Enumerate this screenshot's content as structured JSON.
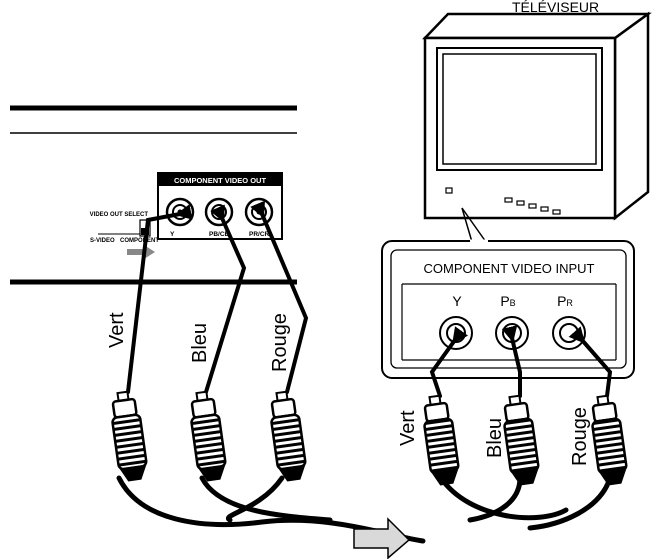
{
  "tv": {
    "title": "TÉLÉVISEUR"
  },
  "tv_panel": {
    "title": "COMPONENT VIDEO INPUT",
    "jacks": [
      {
        "main": "Y",
        "sub": ""
      },
      {
        "main": "P",
        "sub": "B"
      },
      {
        "main": "P",
        "sub": "R"
      }
    ]
  },
  "player_panel": {
    "title": "COMPONENT VIDEO OUT",
    "jacks": [
      "Y",
      "PB/CB",
      "PR/CR"
    ],
    "selector_label": "VIDEO OUT SELECT",
    "s_video_label": "S-VIDEO",
    "component_label": "COMPONENT"
  },
  "cables_left": [
    "Vert",
    "Bleu",
    "Rouge"
  ],
  "cables_right": [
    "Vert",
    "Bleu",
    "Rouge"
  ]
}
